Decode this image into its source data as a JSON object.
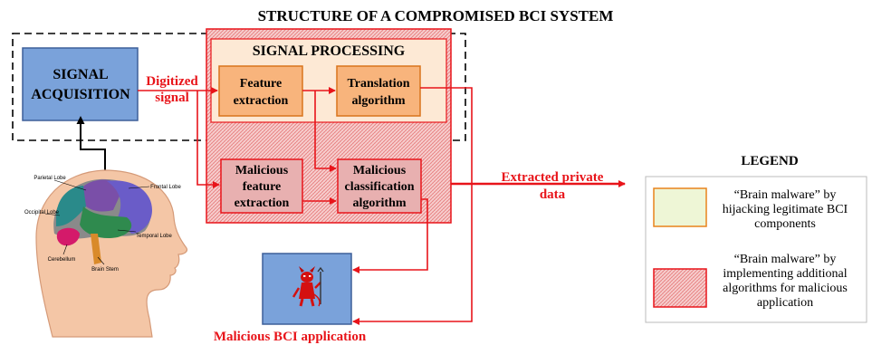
{
  "title": "STRUCTURE OF A COMPROMISED BCI SYSTEM",
  "blocks": {
    "signal_acquisition": [
      "SIGNAL",
      "ACQUISITION"
    ],
    "signal_processing": "SIGNAL PROCESSING",
    "feature_extraction": [
      "Feature",
      "extraction"
    ],
    "translation_algorithm": [
      "Translation",
      "algorithm"
    ],
    "malicious_feature_extraction": [
      "Malicious",
      "feature",
      "extraction"
    ],
    "malicious_classification": [
      "Malicious",
      "classification",
      "algorithm"
    ]
  },
  "labels": {
    "digitized_signal": [
      "Digitized",
      "signal"
    ],
    "extracted_private_data": [
      "Extracted private",
      "data"
    ],
    "malicious_app": "Malicious BCI application"
  },
  "brain_labels": {
    "parietal": "Parietal Lobe",
    "frontal": "Frontal Lobe",
    "occipital": "Occipital Lobe",
    "temporal": "Temporal Lobe",
    "cerebellum": "Cerebellum",
    "brain_stem": "Brain Stem"
  },
  "legend": {
    "title": "LEGEND",
    "item1": [
      "“Brain malware” by",
      "hijacking legitimate BCI",
      "components"
    ],
    "item2": [
      "“Brain malware” by",
      "implementing additional",
      "algorithms for malicious",
      "application"
    ]
  },
  "colors": {
    "red": "#e8141a",
    "blue_box": "#7aa2da",
    "orange_box": "#f8b47c",
    "pink_box": "#e8b0b0",
    "hatch_bg": "#f4c4c4",
    "legend_green": "#eef6d6"
  }
}
